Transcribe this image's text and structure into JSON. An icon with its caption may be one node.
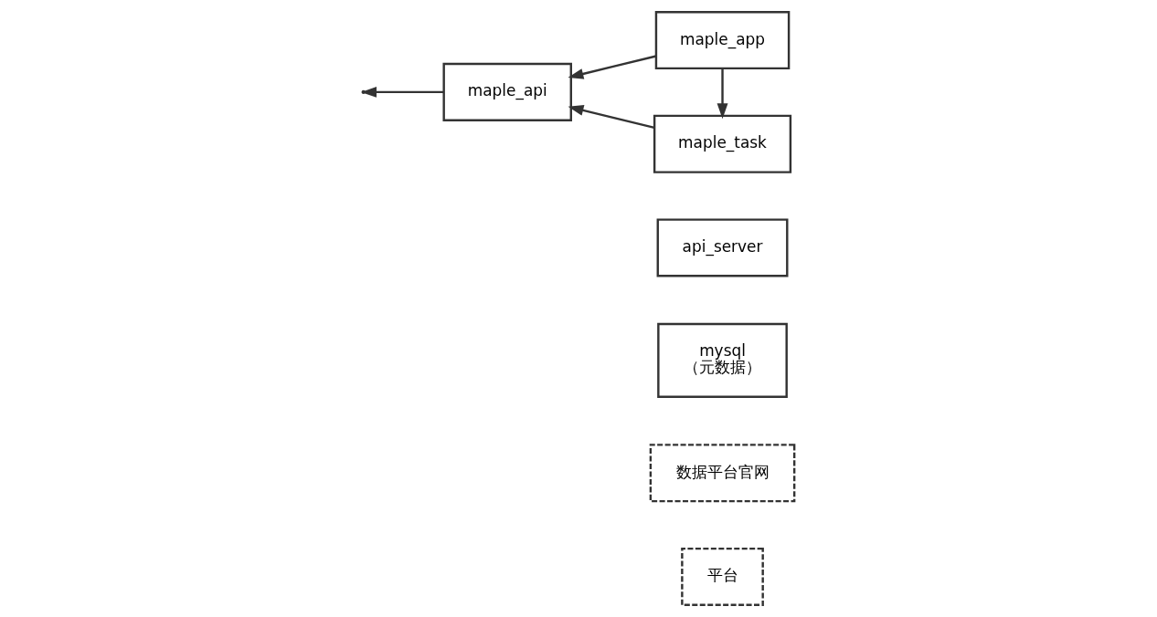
{
  "diagram": {
    "nodes": [
      {
        "text": [
          "平台"
        ]
      },
      {
        "text": [
          "数据平台官网"
        ]
      },
      {
        "text": [
          "mysql",
          "（元数据）"
        ]
      },
      {
        "text": [
          "api_server"
        ]
      },
      {
        "text": [
          "maple_app"
        ]
      },
      {
        "text": [
          "maple_api"
        ]
      },
      {
        "text": [
          "maple_task"
        ]
      }
    ],
    "edges": [
      {
        "from": 4,
        "to": 5,
        "arrow": "to"
      },
      {
        "from": 4,
        "to": 6,
        "arrow": "to"
      },
      {
        "from": 6,
        "to": 5,
        "arrow": "to"
      },
      {
        "from": 5,
        "to": null,
        "arrow": "to"
      }
    ]
  }
}
